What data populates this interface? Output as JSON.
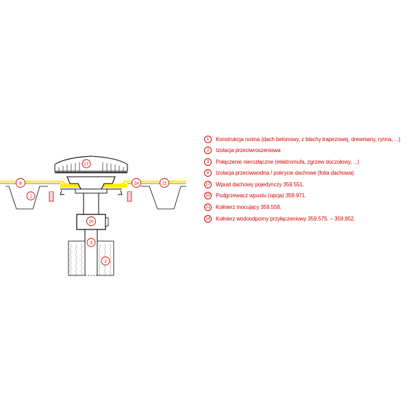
{
  "colors": {
    "line": "#000000",
    "callout": "#d40000",
    "membrane": "#ffee00",
    "insulation_line": "#888888"
  },
  "callouts": [
    {
      "id": "c-1",
      "num": "1"
    },
    {
      "id": "c-2",
      "num": "2"
    },
    {
      "id": "c-3",
      "num": "3"
    },
    {
      "id": "c-8",
      "num": "8"
    },
    {
      "id": "c-17",
      "num": "17"
    },
    {
      "id": "c-20",
      "num": "20"
    },
    {
      "id": "c-21",
      "num": "21"
    },
    {
      "id": "c-24",
      "num": "24"
    }
  ],
  "legend": [
    {
      "num": "1",
      "text": "Konstrukcja nośna (dach betonowy, z blachy trapezowej, drewniany, rynna, ...)"
    },
    {
      "num": "2",
      "text": "Izolacja przeciwroszeniowa"
    },
    {
      "num": "3",
      "text": "Połączenie nierozłączne (elektromufa, zgrzew doczołowy, ...)"
    },
    {
      "num": "8",
      "text": "Izolacja przeciwwodna / pokrycie dachowe (folia dachowa)"
    },
    {
      "num": "17",
      "text": "Wpust dachowy pojedynczy 359.551."
    },
    {
      "num": "20",
      "text": "Podgrzewacz wpustu (opcja) 359.971."
    },
    {
      "num": "21",
      "text": "Kołnierz mocujący 359.558."
    },
    {
      "num": "24",
      "text": "Kołnierz wodoodporny przyłączeniowy 359.575. – 359.952."
    }
  ]
}
